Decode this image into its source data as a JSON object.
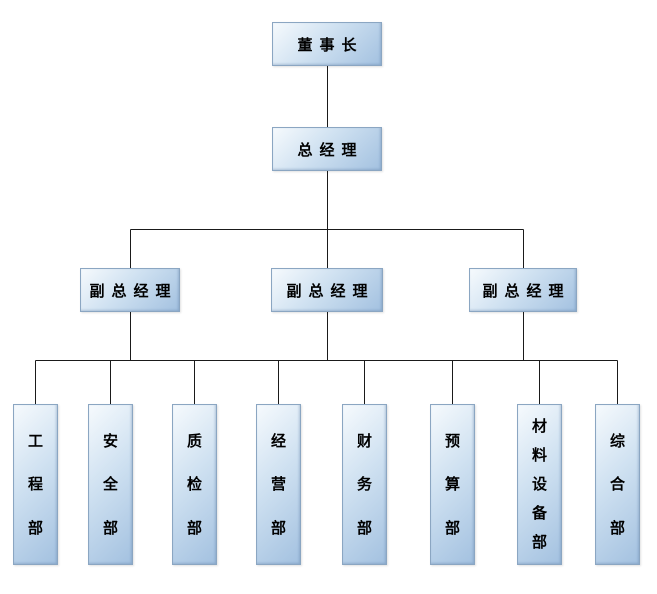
{
  "org_chart": {
    "type": "org-chart",
    "chairman": {
      "label": "董事长"
    },
    "general_manager": {
      "label": "总经理"
    },
    "deputy_managers": [
      {
        "label": "副总经理"
      },
      {
        "label": "副总经理"
      },
      {
        "label": "副总经理"
      }
    ],
    "departments": [
      {
        "label": "工程部"
      },
      {
        "label": "安全部"
      },
      {
        "label": "质检部"
      },
      {
        "label": "经营部"
      },
      {
        "label": "财务部"
      },
      {
        "label": "预算部"
      },
      {
        "label": "材料设备部"
      },
      {
        "label": "综合部"
      }
    ],
    "colors": {
      "box_fill_light": "#f6fafd",
      "box_fill_mid": "#cfe1f1",
      "box_fill_dark": "#a3c1e0",
      "box_border": "#8ba6c2",
      "line_color": "#1a1a1a",
      "text_color": "#000000"
    }
  }
}
